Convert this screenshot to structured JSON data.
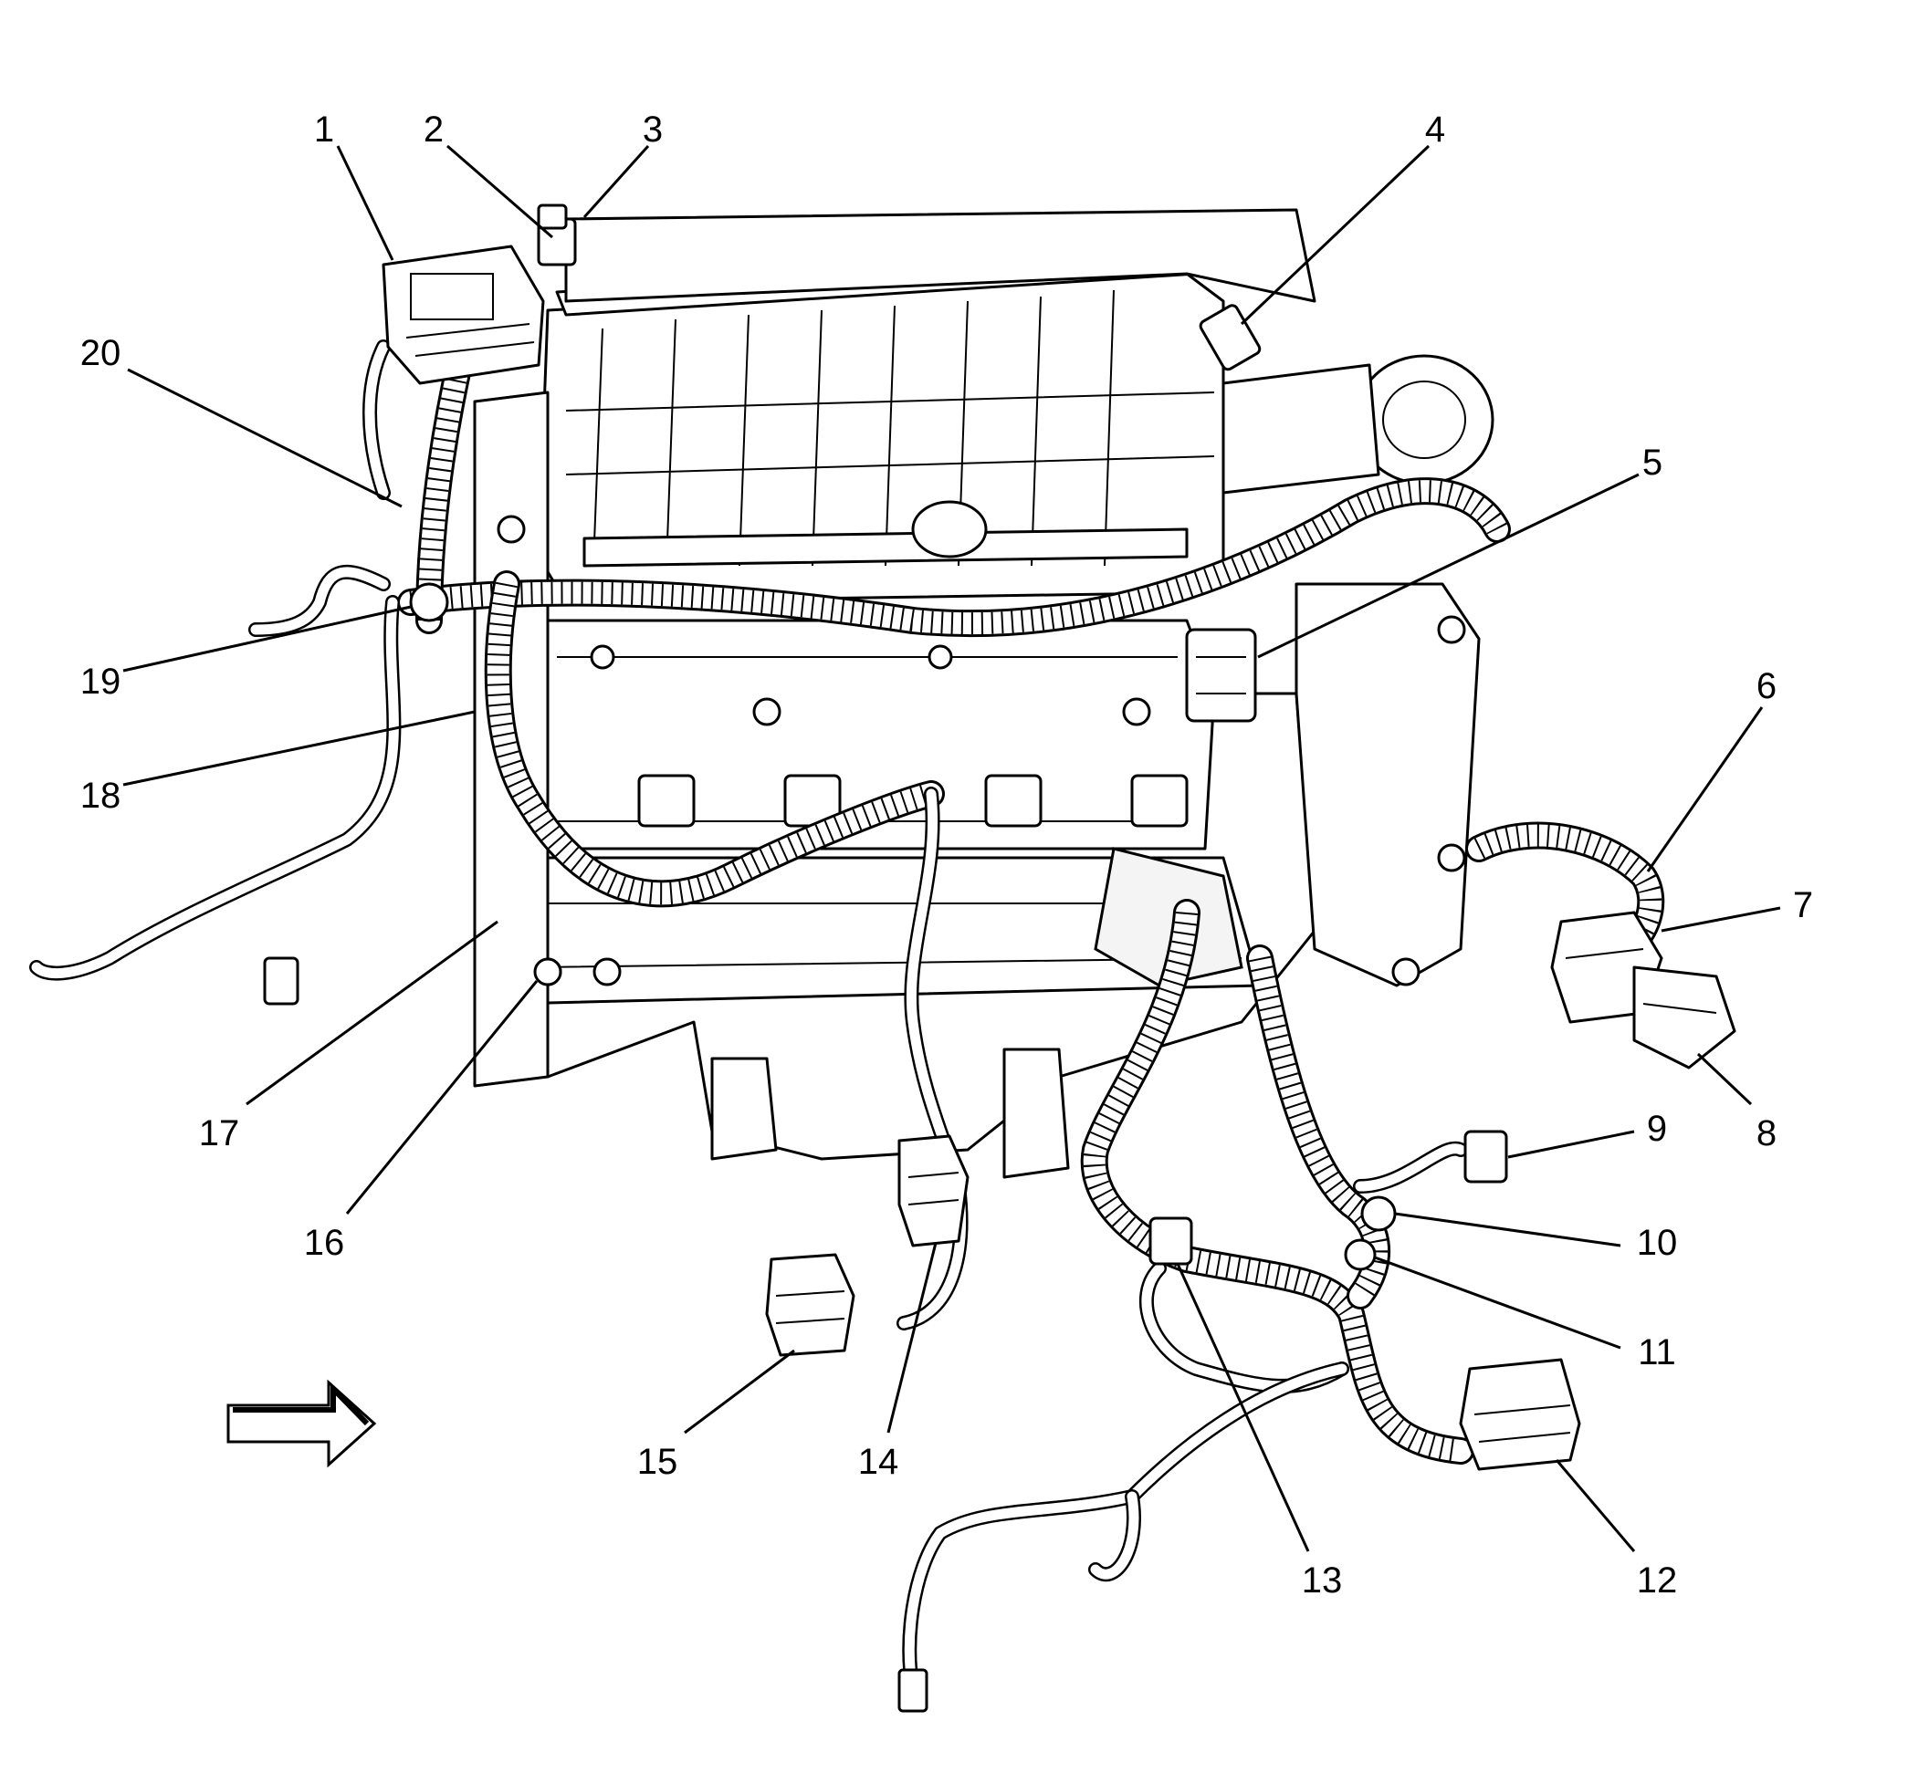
{
  "callouts": [
    {
      "id": "1",
      "label": "1"
    },
    {
      "id": "2",
      "label": "2"
    },
    {
      "id": "3",
      "label": "3"
    },
    {
      "id": "4",
      "label": "4"
    },
    {
      "id": "5",
      "label": "5"
    },
    {
      "id": "6",
      "label": "6"
    },
    {
      "id": "7",
      "label": "7"
    },
    {
      "id": "8",
      "label": "8"
    },
    {
      "id": "9",
      "label": "9"
    },
    {
      "id": "10",
      "label": "10"
    },
    {
      "id": "11",
      "label": "11"
    },
    {
      "id": "12",
      "label": "12"
    },
    {
      "id": "13",
      "label": "13"
    },
    {
      "id": "14",
      "label": "14"
    },
    {
      "id": "15",
      "label": "15"
    },
    {
      "id": "16",
      "label": "16"
    },
    {
      "id": "17",
      "label": "17"
    },
    {
      "id": "18",
      "label": "18"
    },
    {
      "id": "19",
      "label": "19"
    },
    {
      "id": "20",
      "label": "20"
    }
  ],
  "orientation_arrow": {
    "icon": "direction-arrow-icon"
  }
}
